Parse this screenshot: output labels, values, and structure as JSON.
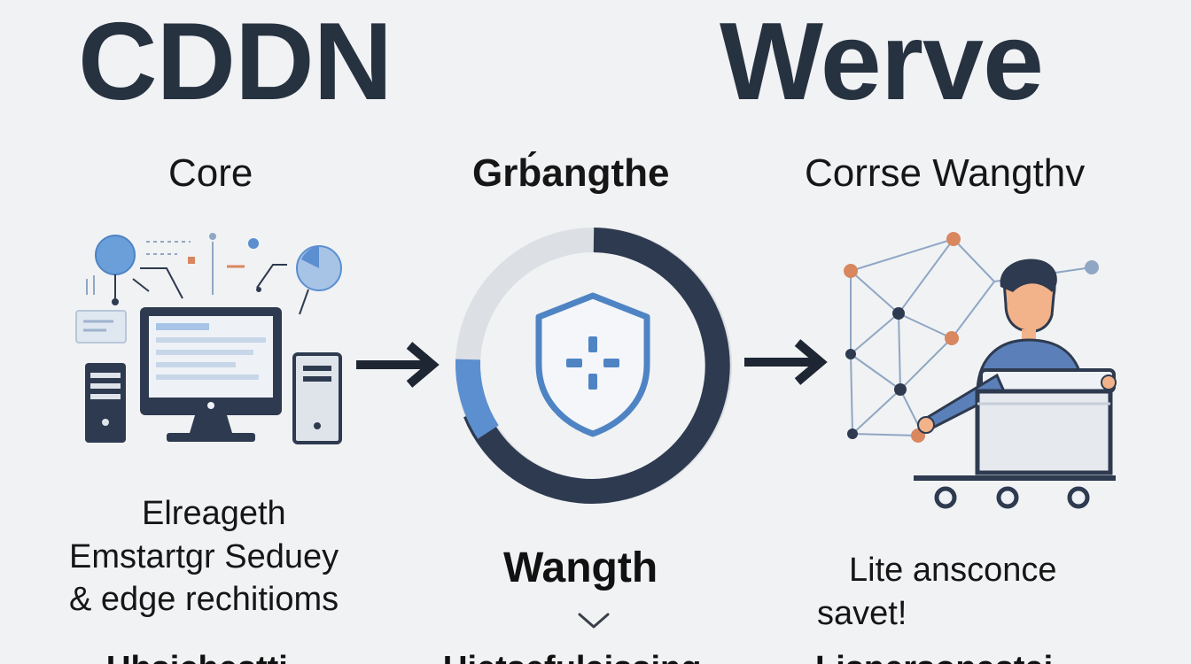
{
  "titles": {
    "left": "CDDN",
    "right": "Werve"
  },
  "columns": {
    "left": {
      "title": "Core",
      "text_lines": [
        "Elreageth",
        "Emstartgr Seduey",
        "& edge rechitioms"
      ]
    },
    "center": {
      "title": "Grb́angthe",
      "label": "Wangth"
    },
    "right": {
      "title": "Corrse Wangthv",
      "text_lines": [
        "Lite ansconce",
        "savet!"
      ]
    }
  },
  "footer": {
    "left": "Ubsichestti",
    "center": "Uietsefulaissing",
    "right": "Lispersonastai"
  },
  "icons": {
    "computer": "computer-network-icon",
    "shield": "shield-plus-icon",
    "chevron": "chevron-down-icon",
    "person": "person-at-desk-icon",
    "network": "node-network-icon"
  },
  "colors": {
    "navy": "#2e3a4f",
    "blue": "#5b8fd0",
    "light_blue": "#a7c4e6",
    "orange": "#d9875f",
    "ring_gray": "#dcdfe4"
  }
}
